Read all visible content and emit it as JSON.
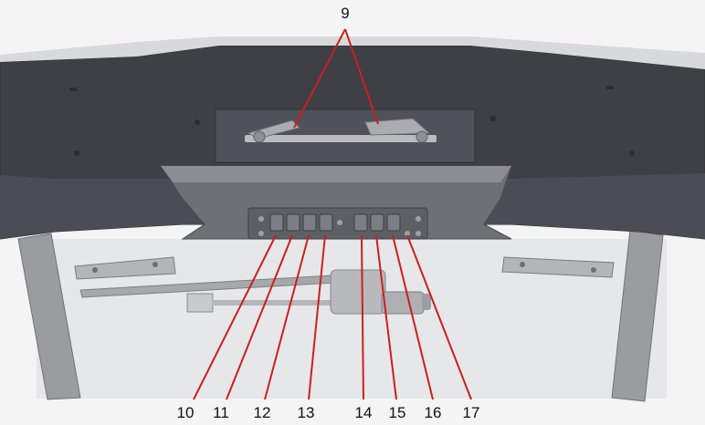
{
  "colors": {
    "leader_line": "#cc1f1f",
    "panel_dark": "#3e4046",
    "panel_mid": "#55585e",
    "console_light": "#8b8e93",
    "frame_grey": "#9a9ca0",
    "glass": "#e6e7e9"
  },
  "callouts": {
    "c9": "9",
    "c10": "10",
    "c11": "11",
    "c12": "12",
    "c13": "13",
    "c14": "14",
    "c15": "15",
    "c16": "16",
    "c17": "17"
  }
}
